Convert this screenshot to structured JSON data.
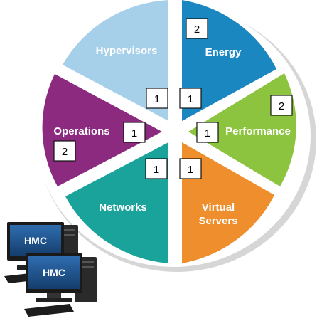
{
  "wheel": {
    "segments": [
      {
        "id": "energy",
        "label_lines": [
          "Energy"
        ],
        "color": "#1b87c1"
      },
      {
        "id": "performance",
        "label_lines": [
          "Performance"
        ],
        "color": "#8cc43f"
      },
      {
        "id": "virtual-servers",
        "label_lines": [
          "Virtual",
          "Servers"
        ],
        "color": "#ef8e2d"
      },
      {
        "id": "networks",
        "label_lines": [
          "Networks"
        ],
        "color": "#1aa39b"
      },
      {
        "id": "operations",
        "label_lines": [
          "Operations"
        ],
        "color": "#8b2a7e"
      },
      {
        "id": "hypervisors",
        "label_lines": [
          "Hypervisors"
        ],
        "color": "#a6cfe9"
      }
    ],
    "counts": {
      "energy_outer": "2",
      "energy_inner": "1",
      "performance_outer": "2",
      "performance_inner": "1",
      "virtual_servers_inner": "1",
      "networks_inner": "1",
      "operations_outer": "2",
      "operations_inner": "1",
      "hypervisors_inner": "1"
    }
  },
  "computers": [
    {
      "label": "HMC"
    },
    {
      "label": "HMC"
    }
  ],
  "colors": {
    "monitor_screen": "#1c4f86",
    "monitor_frame": "#1a1a1a",
    "tower": "#2a2a2a",
    "shadow": "#d9d9d9"
  }
}
